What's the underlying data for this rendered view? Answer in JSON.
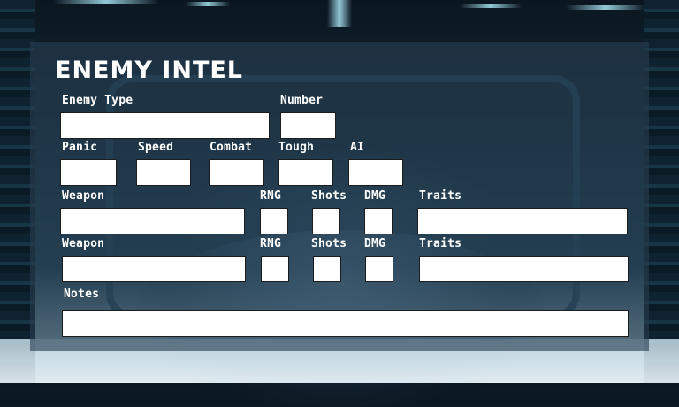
{
  "form": {
    "title": "ENEMY INTEL",
    "enemy_type": {
      "label": "Enemy Type",
      "value": ""
    },
    "number": {
      "label": "Number",
      "value": ""
    },
    "stats": [
      {
        "label": "Panic",
        "value": ""
      },
      {
        "label": "Speed",
        "value": ""
      },
      {
        "label": "Combat",
        "value": ""
      },
      {
        "label": "Tough",
        "value": ""
      },
      {
        "label": "AI",
        "value": ""
      }
    ],
    "weapons": [
      {
        "weapon_label": "Weapon",
        "weapon_value": "",
        "rng_label": "RNG",
        "rng_value": "",
        "shots_label": "Shots",
        "shots_value": "",
        "dmg_label": "DMG",
        "dmg_value": "",
        "traits_label": "Traits",
        "traits_value": ""
      },
      {
        "weapon_label": "Weapon",
        "weapon_value": "",
        "rng_label": "RNG",
        "rng_value": "",
        "shots_label": "Shots",
        "shots_value": "",
        "dmg_label": "DMG",
        "dmg_value": "",
        "traits_label": "Traits",
        "traits_value": ""
      }
    ],
    "notes": {
      "label": "Notes",
      "value": ""
    }
  }
}
